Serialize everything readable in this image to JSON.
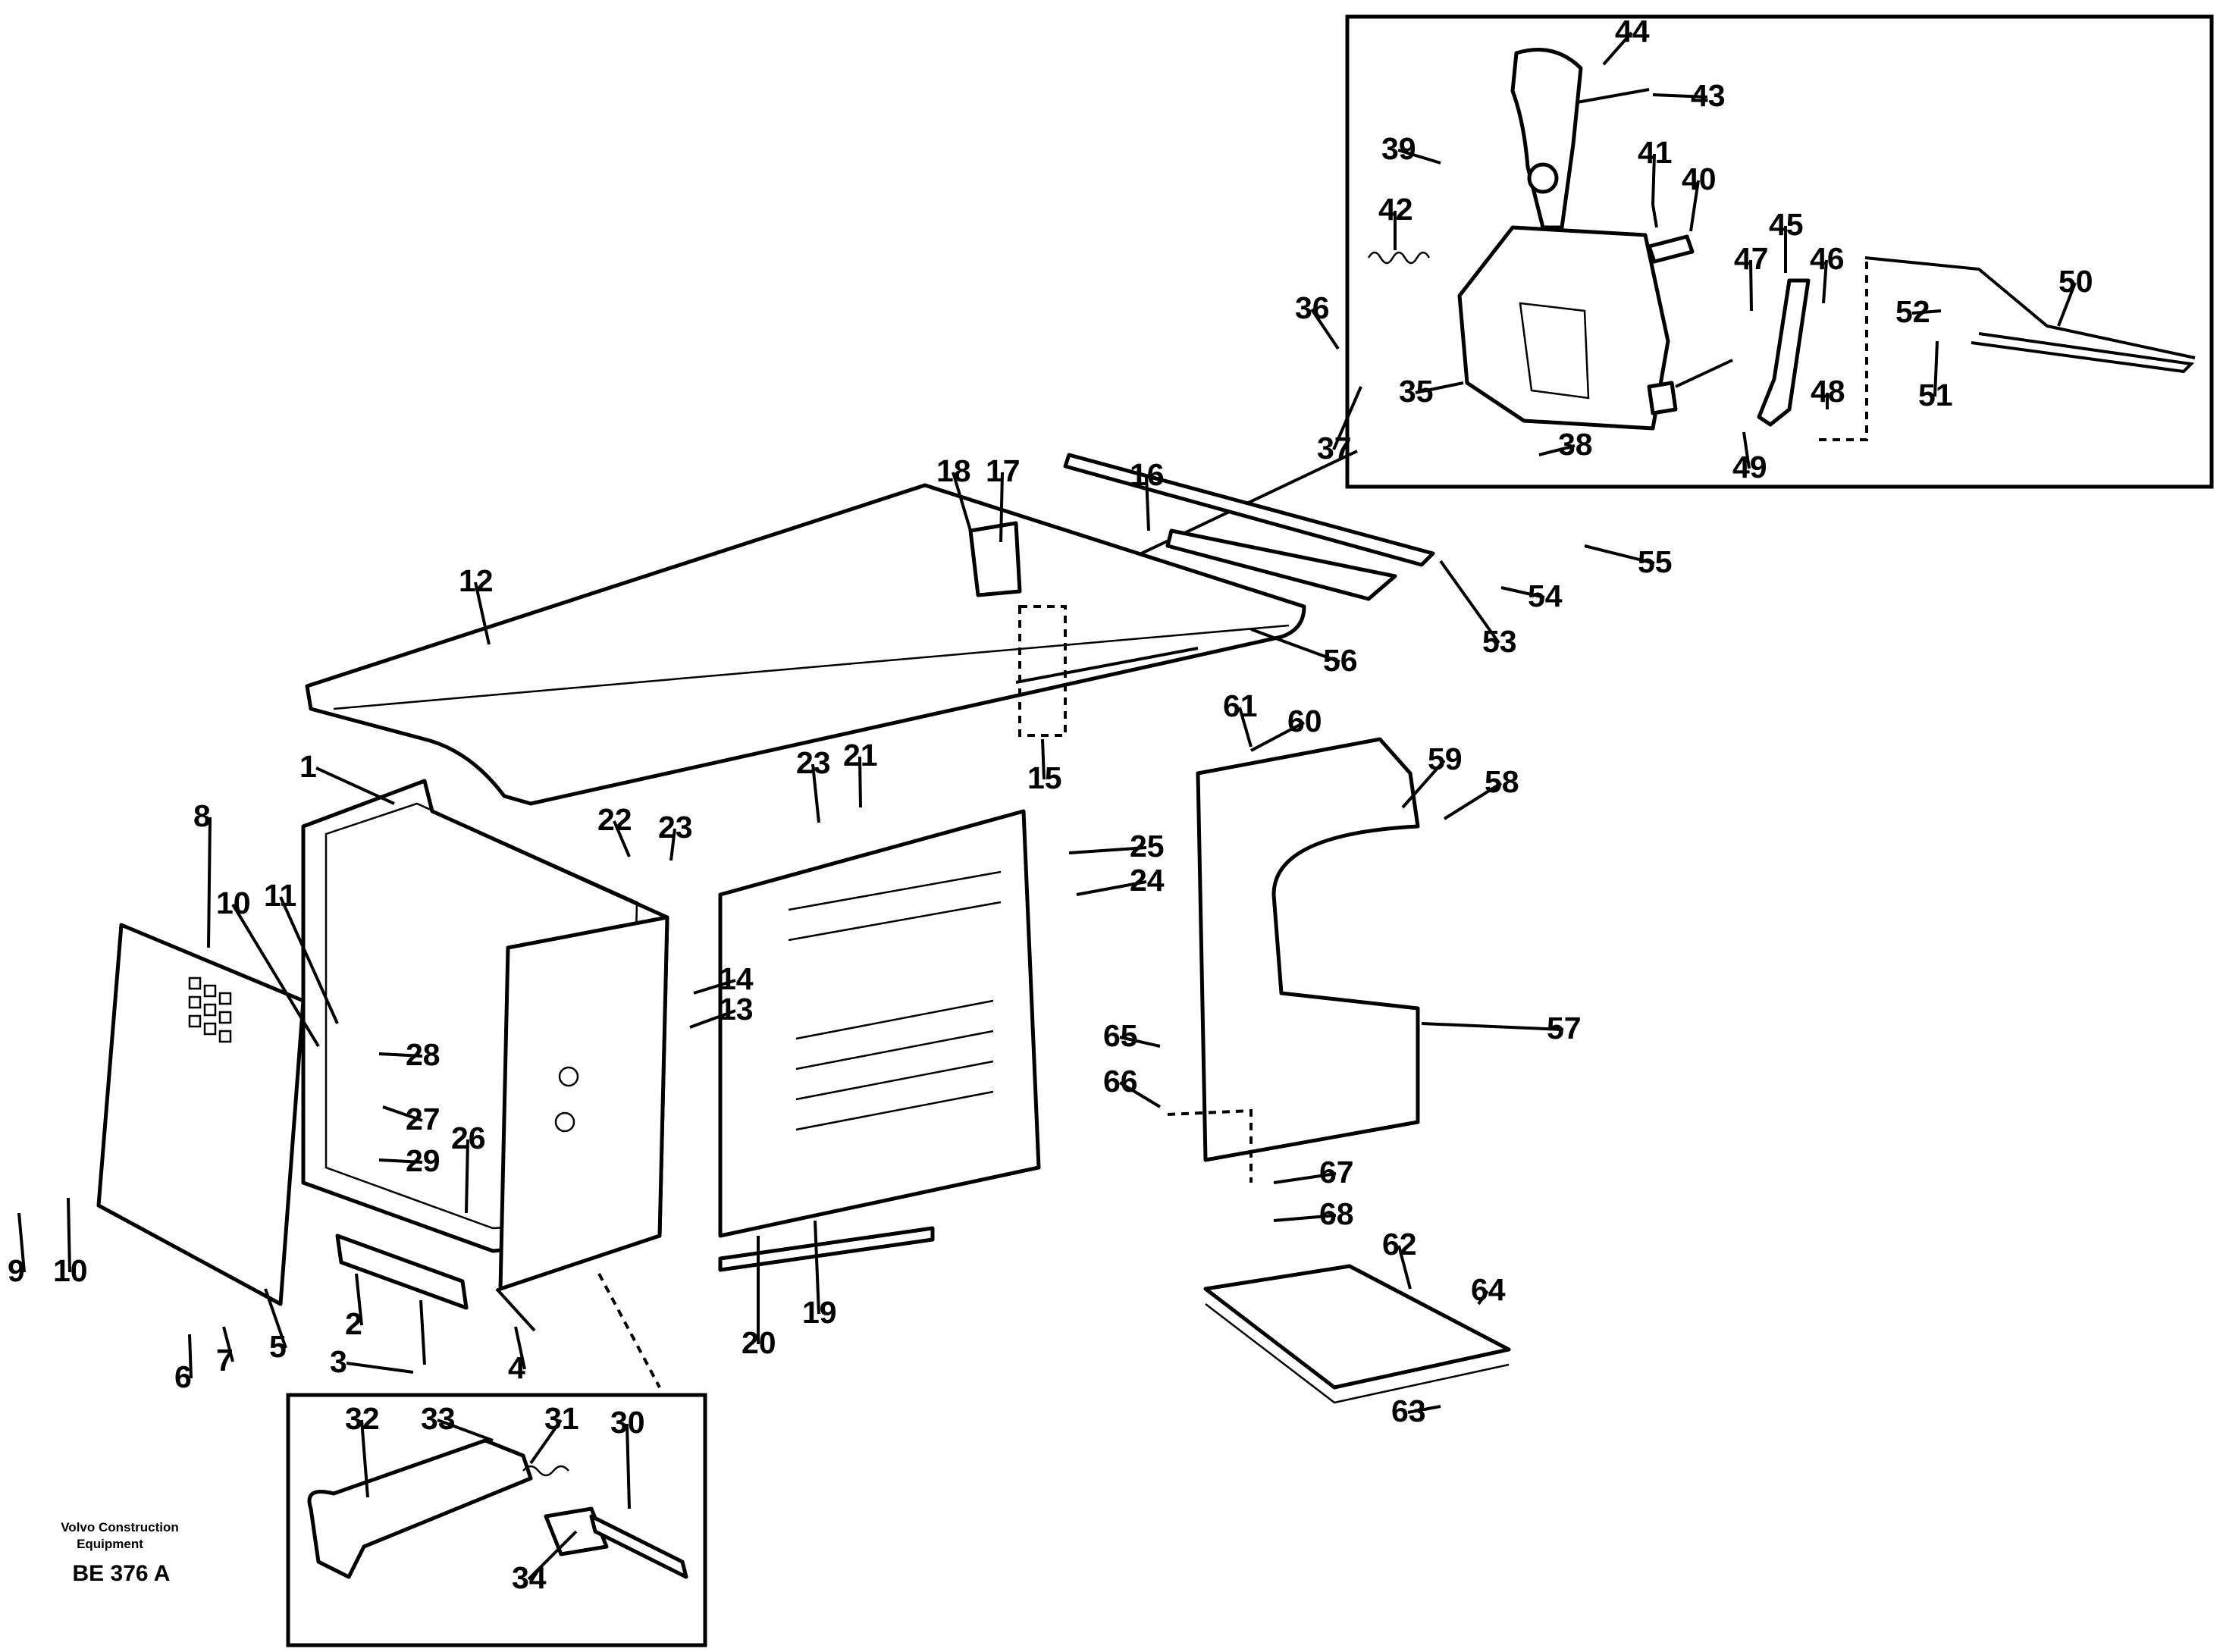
{
  "footer": {
    "publisher_line1": "Volvo Construction",
    "publisher_line2": "Equipment",
    "drawing_code": "BE 376 A"
  },
  "callouts": [
    "1",
    "2",
    "3",
    "4",
    "5",
    "6",
    "7",
    "8",
    "9",
    "10",
    "10",
    "11",
    "12",
    "13",
    "14",
    "15",
    "16",
    "17",
    "18",
    "19",
    "20",
    "21",
    "22",
    "23",
    "23",
    "24",
    "25",
    "26",
    "27",
    "28",
    "29",
    "30",
    "31",
    "32",
    "33",
    "34",
    "35",
    "36",
    "37",
    "38",
    "39",
    "40",
    "41",
    "42",
    "43",
    "44",
    "45",
    "46",
    "47",
    "48",
    "49",
    "50",
    "51",
    "52",
    "53",
    "54",
    "55",
    "56",
    "57",
    "58",
    "59",
    "60",
    "61",
    "62",
    "63",
    "64",
    "65",
    "66",
    "67",
    "68"
  ]
}
